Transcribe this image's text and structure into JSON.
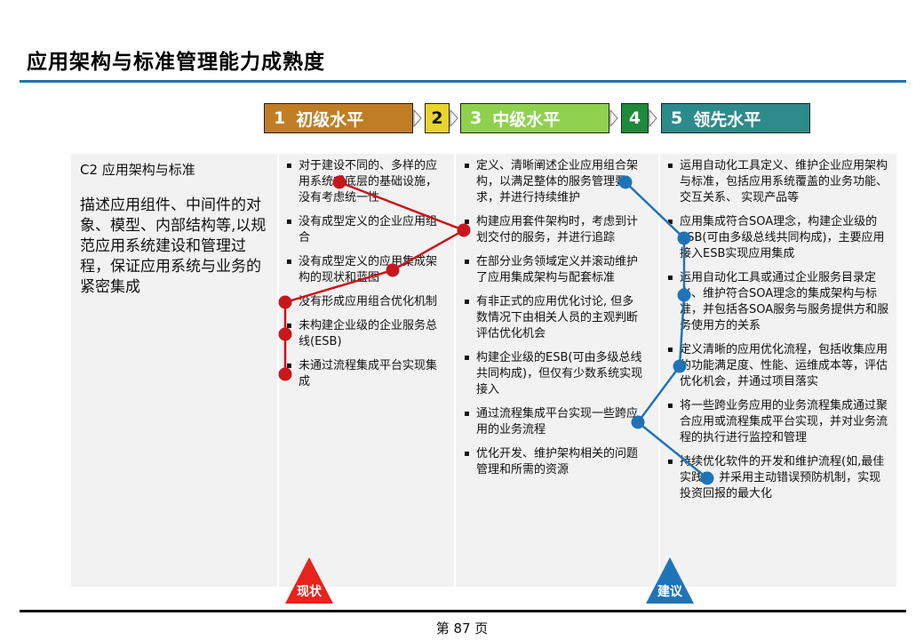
{
  "title": "应用架构与标准管理能力成熟度",
  "levels": [
    {
      "num": "1",
      "label": "初级水平",
      "color": "#c07d24"
    },
    {
      "num": "2",
      "label": "",
      "color": "#e8d42a"
    },
    {
      "num": "3",
      "label": "中级水平",
      "color": "#8fd14f"
    },
    {
      "num": "4",
      "label": "",
      "color": "#1e8a3b"
    },
    {
      "num": "5",
      "label": "领先水平",
      "color": "#2e8b8b"
    }
  ],
  "intro": {
    "heading": "C2 应用架构与标准",
    "description": "描述应用组件、中间件的对象、模型、内部结构等,以规范应用系统建设和管理过程，保证应用系统与业务的紧密集成"
  },
  "columns": {
    "initial": [
      "对于建设不同的、多样的应用系统或底层的基础设施，没有考虑统一性",
      "没有成型定义的企业应用组合",
      "没有成型定义的应用集成架构的现状和蓝图",
      "没有形成应用组合优化机制",
      "未构建企业级的企业服务总线(ESB)",
      "未通过流程集成平台实现集成"
    ],
    "intermediate": [
      "定义、清晰阐述企业应用组合架构，以满足整体的服务管理要求，并进行持续维护",
      "构建应用套件架构时，考虑到计划交付的服务，并进行追踪",
      "在部分业务领域定义并滚动维护了应用集成架构与配套标准",
      "有非正式的应用优化讨论, 但多数情况下由相关人员的主观判断评估优化机会",
      "构建企业级的ESB(可由多级总线共同构成)，但仅有少数系统实现接入",
      "通过流程集成平台实现一些跨应用的业务流程",
      "优化开发、维护架构相关的问题管理和所需的资源"
    ],
    "leading": [
      "运用自动化工具定义、维护企业应用架构与标准，包括应用系统覆盖的业务功能、交互关系、 实现产品等",
      "应用集成符合SOA理念，构建企业级的ESB(可由多级总线共同构成)，主要应用接入ESB实现应用集成",
      "运用自动化工具或通过企业服务目录定义、维护符合SOA理念的集成架构与标准，并包括各SOA服务与服务提供方和服务使用方的关系",
      "定义清晰的应用优化流程，包括收集应用的功能满足度、性能、运维成本等，评估优化机会，并通过项目落实",
      "将一些跨业务应用的业务流程集成通过聚合应用或流程集成平台实现，并对业务流程的执行进行监控和管理",
      "持续优化软件的开发和维护流程(如,最佳实践)，并采用主动错误预防机制，实现投资回报的最大化"
    ]
  },
  "path_current": {
    "label": "现状",
    "color": "#c8161d",
    "markers": [
      {
        "column": "initial",
        "item": 1
      },
      {
        "column": "intermediate",
        "item": 2
      },
      {
        "column": "initial",
        "item": 3
      },
      {
        "column": "initial",
        "item": 4
      },
      {
        "column": "initial",
        "item": 5
      },
      {
        "column": "initial",
        "item": 6
      }
    ]
  },
  "path_recommended": {
    "label": "建议",
    "color": "#1f74b8",
    "markers": [
      {
        "column": "intermediate",
        "item": 1
      },
      {
        "column": "leading",
        "item": 2
      },
      {
        "column": "leading",
        "item": 3
      },
      {
        "column": "leading",
        "item": 4
      },
      {
        "column": "intermediate",
        "item": 6
      },
      {
        "column": "leading",
        "item": 6
      }
    ]
  },
  "page": "第 87 页"
}
